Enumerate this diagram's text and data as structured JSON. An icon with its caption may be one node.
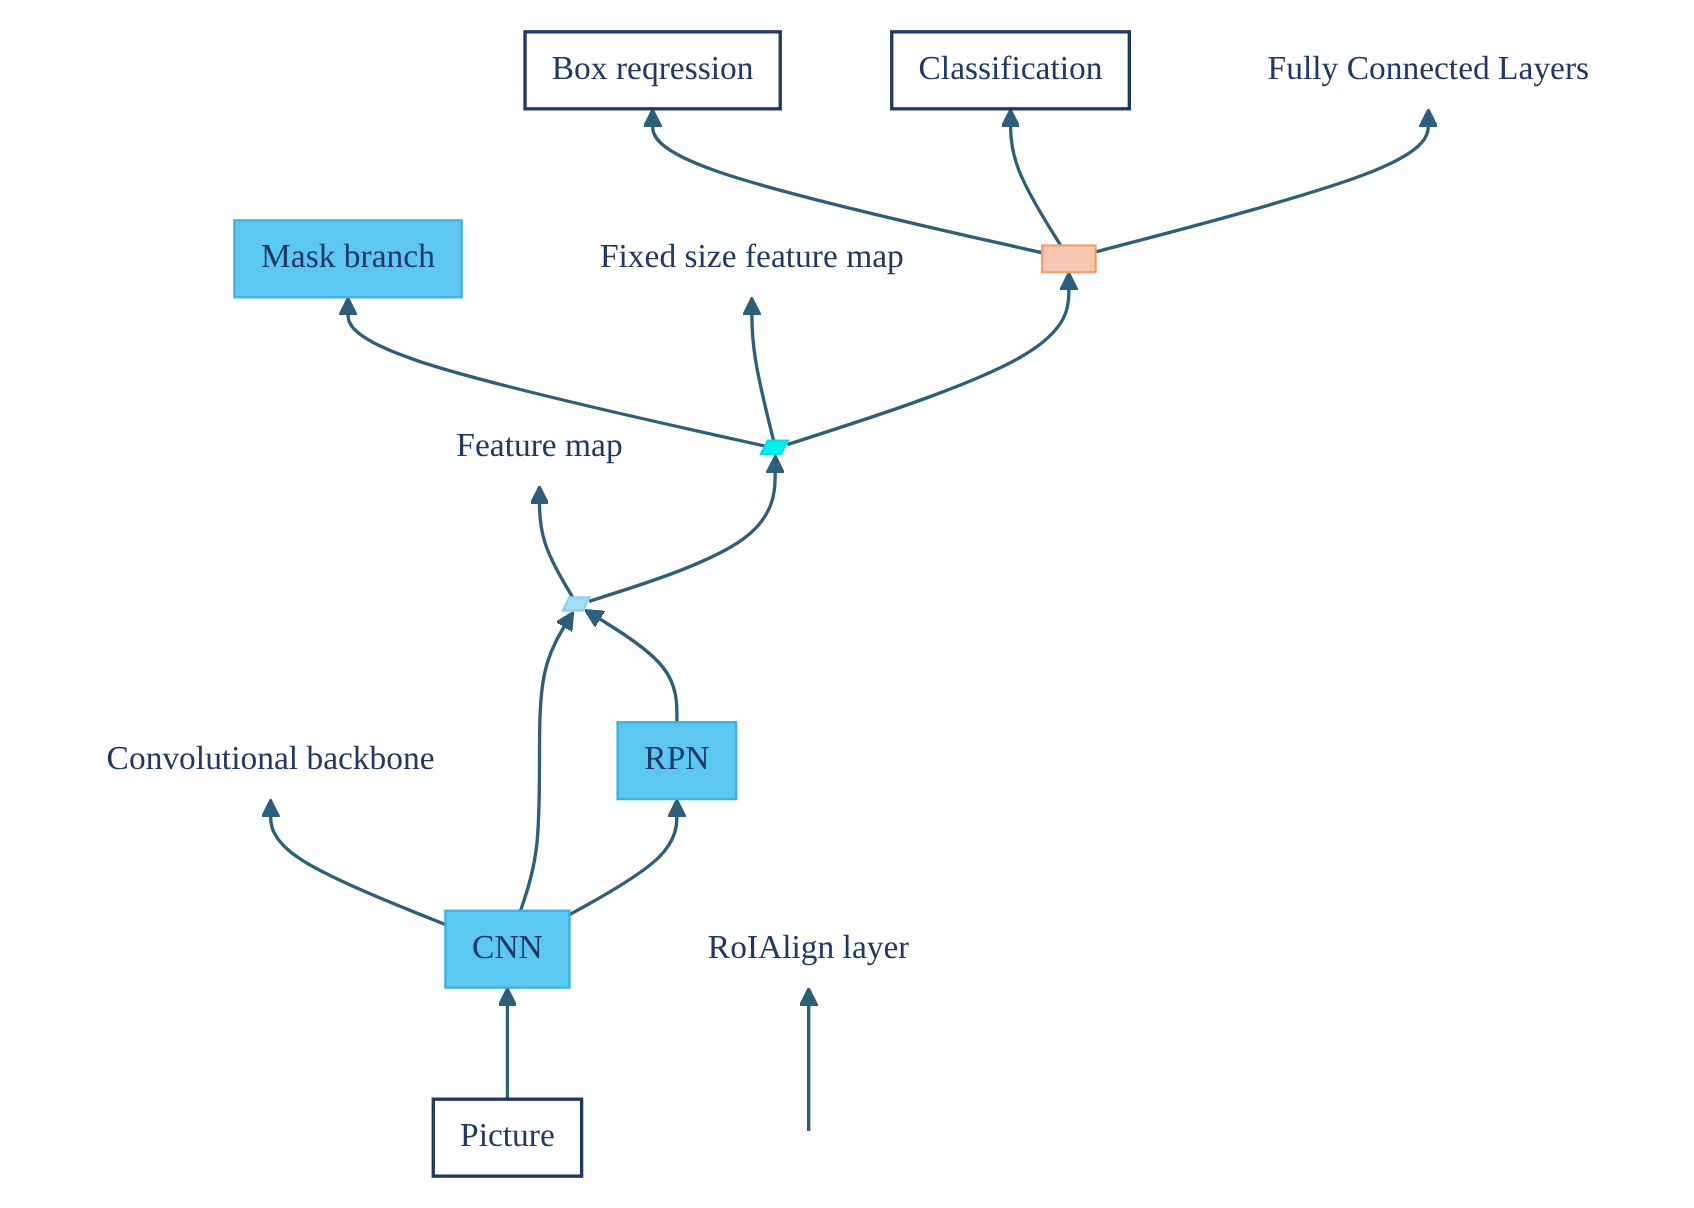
{
  "diagram": {
    "nodes": [
      {
        "text": [
          "Box reqression"
        ]
      },
      {
        "text": [
          "Classification"
        ]
      },
      {
        "text": [],
        "shape": "box"
      },
      {
        "text": [
          "Fully Connected Layers"
        ]
      },
      {
        "text": [
          "Mask branch"
        ]
      },
      {
        "text": [],
        "shape": "parallelogram"
      },
      {
        "text": [
          "Fixed size feature map"
        ]
      },
      {
        "text": [
          "RoIAlign layer"
        ]
      },
      {
        "text": [
          "RPN"
        ]
      },
      {
        "text": [],
        "shape": "parallelogram"
      },
      {
        "text": [
          "Feature map"
        ]
      },
      {
        "text": [
          "CNN"
        ]
      },
      {
        "text": [
          "Convolutional backbone"
        ]
      },
      {
        "text": [
          "Picture"
        ]
      }
    ],
    "edges": [
      {
        "from": 13,
        "to": 11,
        "arrow": "to"
      },
      {
        "from": 11,
        "to": 9,
        "arrow": "to"
      },
      {
        "from": 11,
        "to": 8,
        "arrow": "to"
      },
      {
        "from": 8,
        "to": 9,
        "arrow": "to"
      },
      {
        "from": 9,
        "to": 5,
        "arrow": "to"
      },
      {
        "from": 5,
        "to": 4,
        "arrow": "to"
      },
      {
        "from": 5,
        "to": 2,
        "arrow": "to"
      },
      {
        "from": 2,
        "to": 0,
        "arrow": "to"
      },
      {
        "from": 2,
        "to": 1,
        "arrow": "to"
      },
      {
        "from": 11,
        "to": 12,
        "arrow": "to"
      },
      {
        "from": 9,
        "to": 10,
        "arrow": "to"
      },
      {
        "from": null,
        "to": 7,
        "arrow": "to"
      },
      {
        "from": 5,
        "to": 6,
        "arrow": "to"
      },
      {
        "from": 2,
        "to": 3,
        "arrow": "to"
      }
    ]
  }
}
